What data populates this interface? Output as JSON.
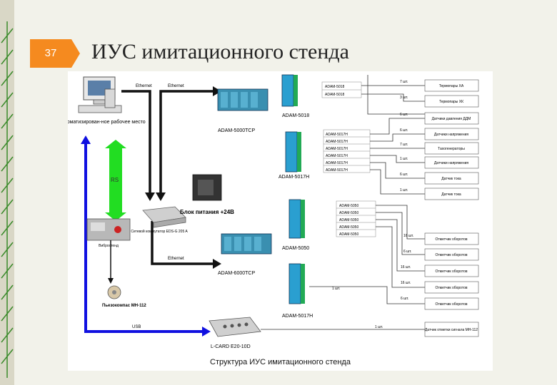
{
  "slide": {
    "number": "37",
    "title": "ИУС имитационного стенда"
  },
  "colors": {
    "orange": "#f58a1f",
    "blue": "#1010e0",
    "green": "#22dd22",
    "cyan": "#1f8fd0"
  },
  "labels": {
    "ethernet1": "Ethernet",
    "ethernet2": "Ethernet",
    "ethernet3": "Ethernet",
    "usb": "USB",
    "workstation": "Автоматизирован-ное рабочее место",
    "rs": "RS",
    "switch": "Сетевой коммутатор EDS-G 205 A",
    "psu": "Блок питания +24В",
    "vibro": "Вибростенд",
    "probe": "Пьезокомпас МН-112",
    "adam5000tcp_1": "ADAM-5000TCP",
    "adam5000tcp_2": "ADAM-6000TCP",
    "adam5018": "ADAM-5018",
    "adam5017h_1": "ADAM-5017H",
    "adam5050": "ADAM-5050",
    "adam5017h_2": "ADAM-5017H",
    "lcard": "L-CARD E20-10D"
  },
  "module_rows": {
    "group1": [
      "ADAM-5018",
      "ADAM-5018"
    ],
    "group2": [
      "ADAM-5017H",
      "ADAM-5017H",
      "ADAM-5017H",
      "ADAM-5017H",
      "ADAM-5017H",
      "ADAM-5017H"
    ],
    "group3": [
      "ADAM-5050",
      "ADAM-5050",
      "ADAM-5050",
      "ADAM-5050",
      "ADAM-5050"
    ]
  },
  "counts": [
    "7 шт.",
    "3 шт.",
    "6 шт.",
    "6 шт.",
    "7 шт.",
    "1 шт.",
    "6 шт.",
    "1 шт.",
    "16 шт.",
    "6 шт.",
    "16 шт.",
    "16 шт.",
    "6 шт.",
    "1 шт.",
    "1 шт."
  ],
  "sensors": [
    "Термопары ХА",
    "Термопары ХК",
    "Датчики давления ДДМ",
    "Датчики напряжения",
    "Тахогенераторы",
    "Датчики напряжения",
    "Датчик тока",
    "Датчик тока",
    "Отметчик оборотов",
    "Отметчик оборотов",
    "Отметчик оборотов",
    "Отметчик оборотов",
    "Отметчик оборотов",
    "Датчик отметки сигнала МН-112"
  ],
  "caption": "Структура ИУС имитационного стенда"
}
